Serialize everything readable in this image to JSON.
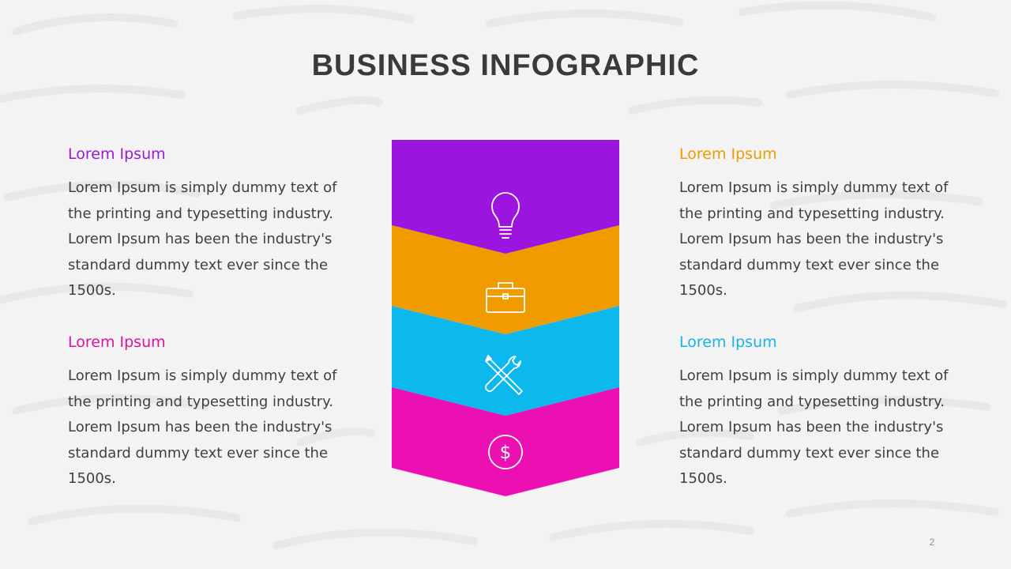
{
  "slide": {
    "title": "BUSINESS INFOGRAPHIC",
    "page_number": "2"
  },
  "blocks": {
    "top_left": {
      "heading": "Lorem Ipsum",
      "body": "Lorem Ipsum is simply dummy text of the printing and typesetting industry. Lorem Ipsum has been the industry's standard dummy text ever since the 1500s.",
      "color": "#9b19d6"
    },
    "bottom_left": {
      "heading": "Lorem Ipsum",
      "body": "Lorem Ipsum is simply dummy text of the printing and typesetting industry. Lorem Ipsum has been the industry's standard dummy text ever since the 1500s.",
      "color": "#e3119f"
    },
    "top_right": {
      "heading": "Lorem Ipsum",
      "body": "Lorem Ipsum is simply dummy text of the printing and typesetting industry. Lorem Ipsum has been the industry's standard dummy text ever since the 1500s.",
      "color": "#ef9b00"
    },
    "bottom_right": {
      "heading": "Lorem Ipsum",
      "body": "Lorem Ipsum is simply dummy text of the printing and typesetting industry. Lorem Ipsum has been the industry's standard dummy text ever since the 1500s.",
      "color": "#16b2e8"
    }
  },
  "chevron_segments": [
    {
      "color": "#9b15df",
      "icon": "lightbulb-icon"
    },
    {
      "color": "#f09b00",
      "icon": "briefcase-icon"
    },
    {
      "color": "#0cb8ec",
      "icon": "tools-icon"
    },
    {
      "color": "#ec0fb1",
      "icon": "dollar-icon"
    }
  ]
}
